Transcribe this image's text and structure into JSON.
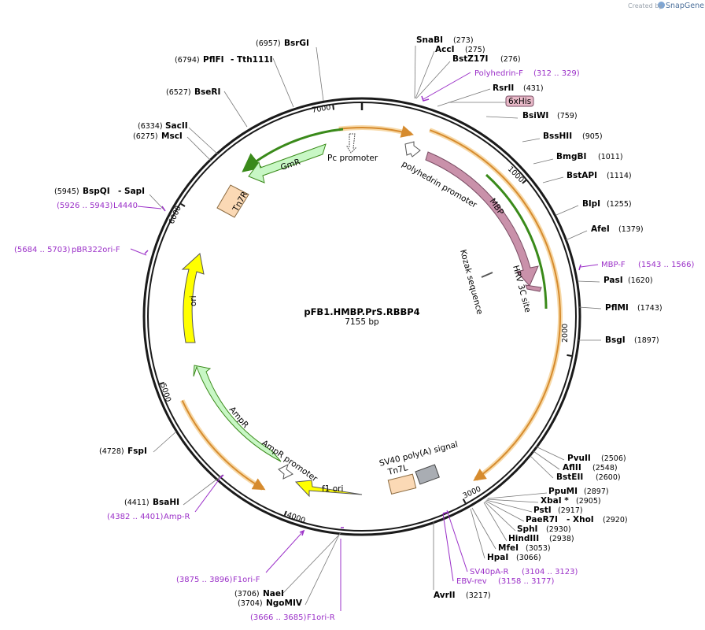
{
  "watermark": {
    "prefix": "Created by",
    "brand": "SnapGene"
  },
  "plasmid": {
    "name": "pFB1.HMBP.PrS.RBBP4",
    "length": "7155 bp"
  },
  "ticks": [
    "1000",
    "2000",
    "3000",
    "4000",
    "5000",
    "6000",
    "7000"
  ],
  "features": {
    "pc_promoter": "Pc promoter",
    "gmr": "GmR",
    "tn7r": "Tn7R",
    "polyhedrin_promoter": "polyhedrin promoter",
    "mbp": "MBP",
    "hrv": "HRV 3C site",
    "kozak": "Kozak sequence",
    "his": "6xHis",
    "ori": "ori",
    "ampr": "AmpR",
    "ampr_promoter": "AmpR promoter",
    "f1_ori": "f1 ori",
    "sv40": "SV40 poly(A) signal",
    "tn7l": "Tn7L"
  },
  "enzymes": [
    {
      "name": "SnaBI",
      "pos": "(273)"
    },
    {
      "name": "AccI",
      "pos": "(275)"
    },
    {
      "name": "BstZ17I",
      "pos": "(276)"
    },
    {
      "name": "RsrII",
      "pos": "(431)"
    },
    {
      "name": "BsiWI",
      "pos": "(759)"
    },
    {
      "name": "BssHII",
      "pos": "(905)"
    },
    {
      "name": "BmgBI",
      "pos": "(1011)"
    },
    {
      "name": "BstAPI",
      "pos": "(1114)"
    },
    {
      "name": "BlpI",
      "pos": "(1255)"
    },
    {
      "name": "AfeI",
      "pos": "(1379)"
    },
    {
      "name": "PasI",
      "pos": "(1620)"
    },
    {
      "name": "PflMI",
      "pos": "(1743)"
    },
    {
      "name": "BsgI",
      "pos": "(1897)"
    },
    {
      "name": "PvuII",
      "pos": "(2506)"
    },
    {
      "name": "AflII",
      "pos": "(2548)"
    },
    {
      "name": "BstEII",
      "pos": "(2600)"
    },
    {
      "name": "PpuMI",
      "pos": "(2897)"
    },
    {
      "name": "XbaI *",
      "pos": "(2905)"
    },
    {
      "name": "PstI",
      "pos": "(2917)"
    },
    {
      "name": "PaeR7I",
      "extra": "- XhoI",
      "pos": "(2920)"
    },
    {
      "name": "SphI",
      "pos": "(2930)"
    },
    {
      "name": "HindIII",
      "pos": "(2938)"
    },
    {
      "name": "MfeI",
      "pos": "(3053)"
    },
    {
      "name": "HpaI",
      "pos": "(3066)"
    },
    {
      "name": "AvrII",
      "pos": "(3217)"
    },
    {
      "name": "NaeI",
      "pos": "(3706)"
    },
    {
      "name": "NgoMIV",
      "pos": "(3704)"
    },
    {
      "name": "BsaHI",
      "pos": "(4411)"
    },
    {
      "name": "FspI",
      "pos": "(4728)"
    },
    {
      "name": "BspQI",
      "extra": "- SapI",
      "pos": "(5945)"
    },
    {
      "name": "SacII",
      "pos": "(6334)"
    },
    {
      "name": "MscI",
      "pos": "(6275)"
    },
    {
      "name": "BseRI",
      "pos": "(6527)"
    },
    {
      "name": "PflFI",
      "extra": "- Tth111I",
      "pos": "(6794)"
    },
    {
      "name": "BsrGI",
      "pos": "(6957)"
    }
  ],
  "primers": [
    {
      "name": "Polyhedrin-F",
      "range": "(312 .. 329)"
    },
    {
      "name": "MBP-F",
      "range": "(1543 .. 1566)"
    },
    {
      "name": "SV40pA-R",
      "range": "(3104 .. 3123)"
    },
    {
      "name": "EBV-rev",
      "range": "(3158 .. 3177)"
    },
    {
      "name": "F1ori-F",
      "range": "(3875 .. 3896)"
    },
    {
      "name": "F1ori-R",
      "range": "(3666 .. 3685)"
    },
    {
      "name": "Amp-R",
      "range": "(4382 .. 4401)"
    },
    {
      "name": "pBR322ori-F",
      "range": "(5684 .. 5703)"
    },
    {
      "name": "L4440",
      "range": "(5926 .. 5943)"
    }
  ],
  "colors": {
    "backbone": "#1a1a1a",
    "orf_orange": "#d68b2e",
    "orf_glow": "#f7d9a8",
    "gmr_green": "#3a8a1a",
    "marker_fill": "#c8f7c5",
    "mbp_fill": "#c991aa",
    "ori_fill": "#ffff00",
    "tn7_fill": "#fbd9b5",
    "sv40_fill": "#a9adb3",
    "primer_purple": "#9b30c8",
    "his_fill": "#e8b9c8"
  }
}
